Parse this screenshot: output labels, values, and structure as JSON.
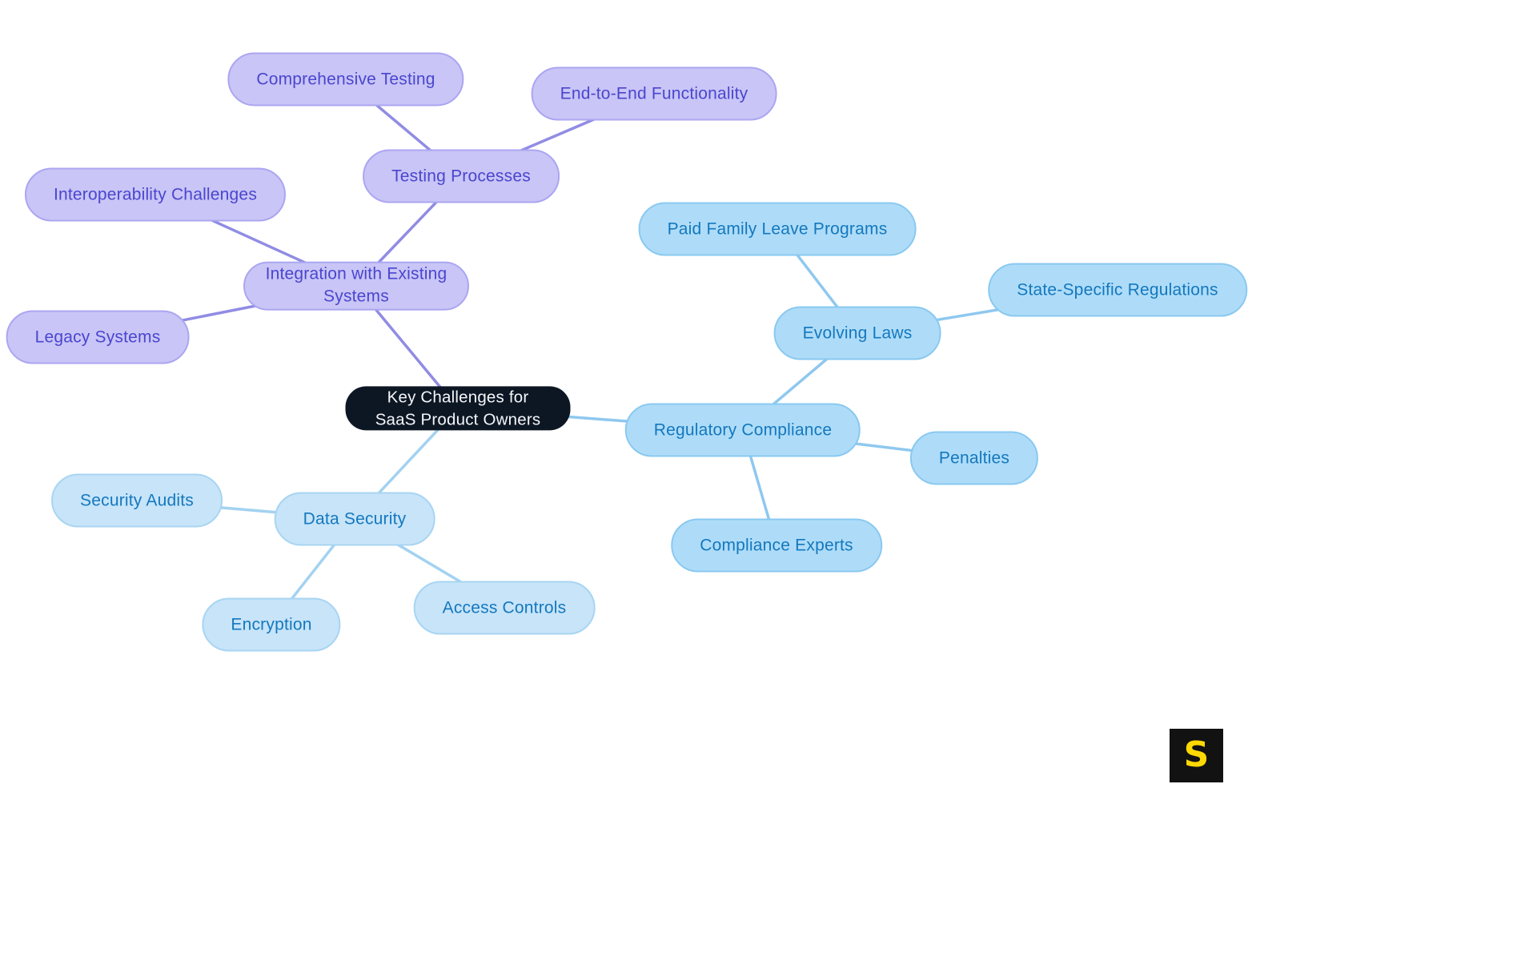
{
  "diagram": {
    "center": {
      "label": "Key Challenges for SaaS Product Owners"
    },
    "branches": [
      {
        "label": "Integration with Existing Systems",
        "theme": "purple",
        "children": [
          {
            "label": "Testing Processes",
            "children": [
              {
                "label": "Comprehensive Testing"
              },
              {
                "label": "End-to-End Functionality"
              }
            ]
          },
          {
            "label": "Interoperability Challenges"
          },
          {
            "label": "Legacy Systems"
          }
        ]
      },
      {
        "label": "Regulatory Compliance",
        "theme": "blue",
        "children": [
          {
            "label": "Evolving Laws",
            "children": [
              {
                "label": "Paid Family Leave Programs"
              },
              {
                "label": "State-Specific Regulations"
              }
            ]
          },
          {
            "label": "Penalties"
          },
          {
            "label": "Compliance Experts"
          }
        ]
      },
      {
        "label": "Data Security",
        "theme": "lightblue",
        "children": [
          {
            "label": "Security Audits"
          },
          {
            "label": "Encryption"
          },
          {
            "label": "Access Controls"
          }
        ]
      }
    ],
    "logo": {
      "letter": "S"
    },
    "colors": {
      "center_bg": "#0D1724",
      "center_text": "#F4F6F9",
      "purple_fill": "#C9C5F6",
      "purple_border": "#ABA6F1",
      "purple_text": "#4A46CF",
      "purple_line": "#908CE4",
      "blue_fill": "#AEDCF8",
      "blue_border": "#8AC9F0",
      "blue_text": "#1478BE",
      "blue_line": "#8FC8EF",
      "lightblue_fill": "#C7E4F9",
      "lightblue_border": "#A8D5F2",
      "lightblue_line": "#A3D2F1",
      "logo_bg": "#121212",
      "logo_letter_color": "#FFD903"
    }
  }
}
